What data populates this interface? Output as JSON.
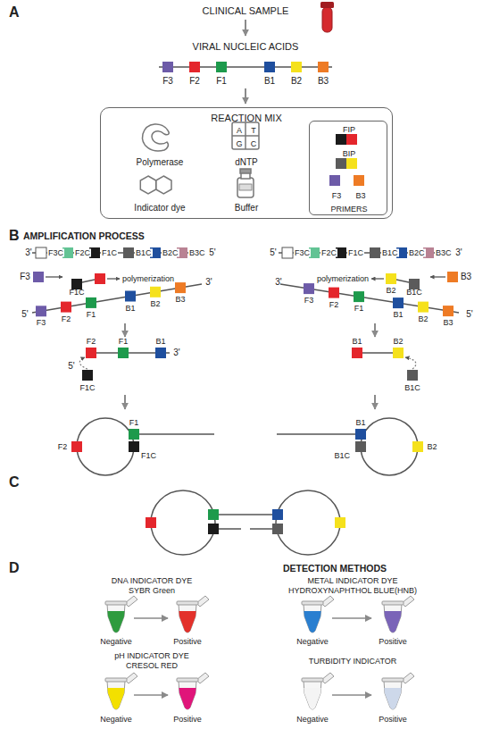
{
  "diagram": {
    "nodes": [
      {
        "text": [
          "REACTION MIX",
          "Polymerase",
          "dNTP",
          "A",
          "T",
          "G",
          "C",
          "Indicator dye",
          "Buffer"
        ]
      },
      {
        "text": [
          "FIP",
          "BIP",
          "F3",
          "B3",
          "PRIMERS"
        ],
        "in": 0
      }
    ],
    "labels": [
      "A",
      "CLINICAL SAMPLE",
      "VIRAL NUCLEIC ACIDS",
      "F3",
      "F2",
      "F1",
      "B1",
      "B2",
      "B3",
      "B",
      "AMPLIFICATION PROCESS",
      "3'",
      "F3C",
      "F2C",
      "F1C",
      "B1C",
      "B2C",
      "B3C",
      "5'",
      "F3",
      "F1C",
      "polymerization",
      "5'",
      "F3",
      "F2",
      "F1",
      "B1",
      "B2",
      "B3",
      "3'",
      "F2",
      "F1",
      "3'",
      "B1",
      "5'",
      "F1C",
      "F2",
      "F1",
      "F1C",
      "5'",
      "F3C",
      "F2C",
      "F1C",
      "B1C",
      "B2C",
      "B3C",
      "3'",
      "polymerization",
      "B2",
      "B1C",
      "B3",
      "3'",
      "F3",
      "F2",
      "F1",
      "B1",
      "B2",
      "B3",
      "5'",
      "B1",
      "B2",
      "B1C",
      "B1",
      "B1C",
      "B2",
      "C",
      "D",
      "DETECTION METHODS",
      "DNA INDICATOR DYE",
      "SYBR Green",
      "Negative",
      "Positive",
      "METAL INDICATOR DYE",
      "HYDROXYNAPHTHOL BLUE(HNB)",
      "Negative",
      "Positive",
      "pH INDICATOR DYE",
      "CRESOL RED",
      "Negative",
      "Positive",
      "TURBIDITY INDICATOR",
      "Negative",
      "Positive"
    ]
  }
}
